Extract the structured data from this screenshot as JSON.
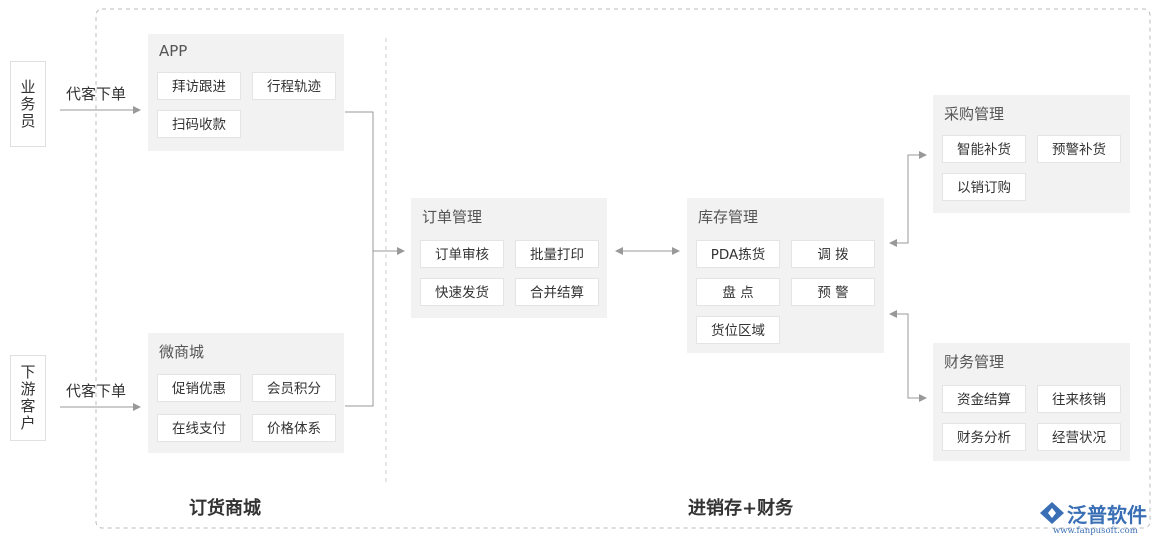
{
  "actors": {
    "salesman": "业务员",
    "downstream": "下游客户"
  },
  "flow_labels": {
    "salesman_action": "代客下单",
    "customer_action": "代客下单"
  },
  "panels": {
    "app": {
      "title": "APP",
      "items": [
        "拜访跟进",
        "行程轨迹",
        "扫码收款"
      ]
    },
    "micro_mall": {
      "title": "微商城",
      "items": [
        "促销优惠",
        "会员积分",
        "在线支付",
        "价格体系"
      ]
    },
    "order": {
      "title": "订单管理",
      "items": [
        "订单审核",
        "批量打印",
        "快速发货",
        "合并结算"
      ]
    },
    "inventory": {
      "title": "库存管理",
      "items": [
        "PDA拣货",
        "调 拨",
        "盘 点",
        "预 警",
        "货位区域"
      ]
    },
    "purchase": {
      "title": "采购管理",
      "items": [
        "智能补货",
        "预警补货",
        "以销订购"
      ]
    },
    "finance": {
      "title": "财务管理",
      "items": [
        "资金结算",
        "往来核销",
        "财务分析",
        "经营状况"
      ]
    }
  },
  "sections": {
    "left": "订货商城",
    "right": "进销存+财务"
  },
  "logo": {
    "name": "泛普软件",
    "url": "www.fanpusoft.com"
  },
  "colors": {
    "panel_bg": "#f2f2f2",
    "line": "#999999",
    "logo_blue": "#3a6fb5"
  }
}
